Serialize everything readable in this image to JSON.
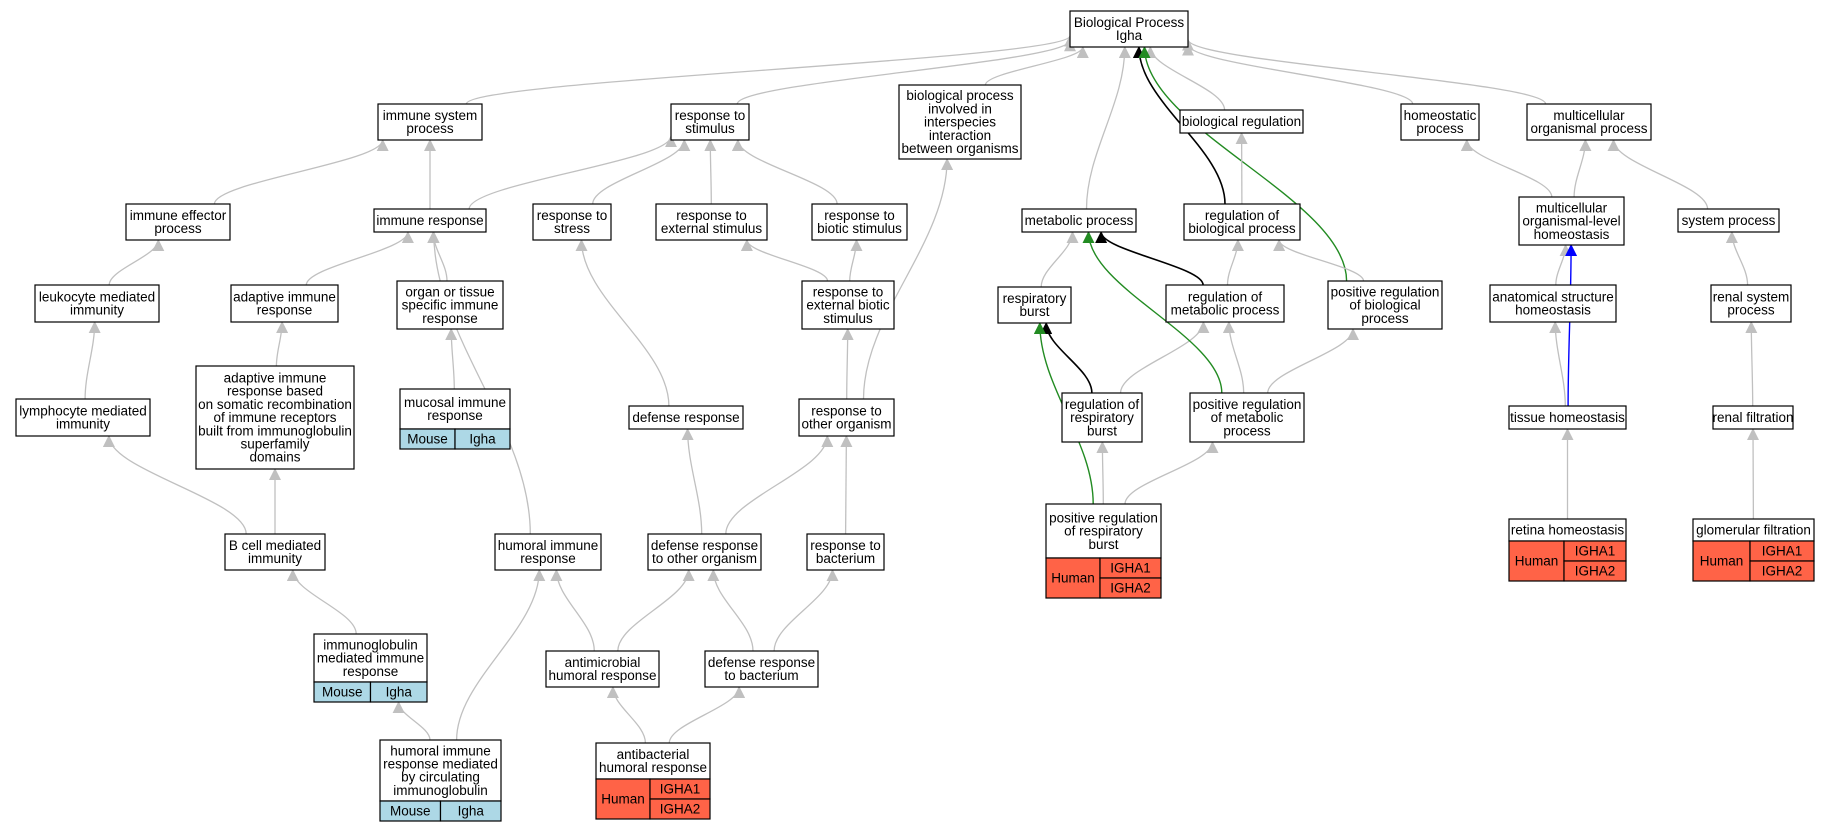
{
  "diagram": {
    "nodes": {
      "root": {
        "lines": [
          "Biological Process",
          "Igha"
        ]
      },
      "immune_system_process": {
        "lines": [
          "immune system",
          "process"
        ]
      },
      "response_to_stimulus": {
        "lines": [
          "response to",
          "stimulus"
        ]
      },
      "bp_interspecies": {
        "lines": [
          "biological process",
          "involved in",
          "interspecies",
          "interaction",
          "between organisms"
        ]
      },
      "biological_regulation": {
        "lines": [
          "biological regulation"
        ]
      },
      "homeostatic_process": {
        "lines": [
          "homeostatic",
          "process"
        ]
      },
      "multicellular_organismal_process": {
        "lines": [
          "multicellular",
          "organismal process"
        ]
      },
      "immune_effector_process": {
        "lines": [
          "immune effector",
          "process"
        ]
      },
      "immune_response": {
        "lines": [
          "immune response"
        ]
      },
      "response_to_stress": {
        "lines": [
          "response to",
          "stress"
        ]
      },
      "response_to_external_stimulus": {
        "lines": [
          "response to",
          "external stimulus"
        ]
      },
      "response_to_biotic_stimulus": {
        "lines": [
          "response to",
          "biotic stimulus"
        ]
      },
      "metabolic_process": {
        "lines": [
          "metabolic process"
        ]
      },
      "regulation_of_biological_process": {
        "lines": [
          "regulation of",
          "biological process"
        ]
      },
      "multicellular_organismal_level_homeostasis": {
        "lines": [
          "multicellular",
          "organismal-level",
          "homeostasis"
        ]
      },
      "system_process": {
        "lines": [
          "system process"
        ]
      },
      "leukocyte_mediated_immunity": {
        "lines": [
          "leukocyte mediated",
          "immunity"
        ]
      },
      "adaptive_immune_response": {
        "lines": [
          "adaptive immune",
          "response"
        ]
      },
      "organ_or_tissue_specific_immune_response": {
        "lines": [
          "organ or tissue",
          "specific immune",
          "response"
        ]
      },
      "response_to_external_biotic_stimulus": {
        "lines": [
          "response to",
          "external biotic",
          "stimulus"
        ]
      },
      "respiratory_burst": {
        "lines": [
          "respiratory",
          "burst"
        ]
      },
      "regulation_of_metabolic_process": {
        "lines": [
          "regulation of",
          "metabolic process"
        ]
      },
      "positive_regulation_of_biological_process": {
        "lines": [
          "positive regulation",
          "of biological",
          "process"
        ]
      },
      "anatomical_structure_homeostasis": {
        "lines": [
          "anatomical structure",
          "homeostasis"
        ]
      },
      "renal_system_process": {
        "lines": [
          "renal system",
          "process"
        ]
      },
      "lymphocyte_mediated_immunity": {
        "lines": [
          "lymphocyte mediated",
          "immunity"
        ]
      },
      "adaptive_immune_response_somatic": {
        "lines": [
          "adaptive immune",
          "response based",
          "on somatic recombination",
          "of immune receptors",
          "built from immunoglobulin",
          "superfamily",
          "domains"
        ]
      },
      "mucosal_immune_response": {
        "lines": [
          "mucosal immune",
          "response"
        ],
        "species": "Mouse",
        "genes": [
          "Igha"
        ]
      },
      "defense_response": {
        "lines": [
          "defense response"
        ]
      },
      "response_to_other_organism": {
        "lines": [
          "response to",
          "other organism"
        ]
      },
      "regulation_of_respiratory_burst": {
        "lines": [
          "regulation of",
          "respiratory",
          "burst"
        ]
      },
      "positive_regulation_of_metabolic_process": {
        "lines": [
          "positive regulation",
          "of metabolic",
          "process"
        ]
      },
      "tissue_homeostasis": {
        "lines": [
          "tissue homeostasis"
        ]
      },
      "renal_filtration": {
        "lines": [
          "renal filtration"
        ]
      },
      "b_cell_mediated_immunity": {
        "lines": [
          "B cell mediated",
          "immunity"
        ]
      },
      "humoral_immune_response": {
        "lines": [
          "humoral immune",
          "response"
        ]
      },
      "defense_response_to_other_organism": {
        "lines": [
          "defense response",
          "to other organism"
        ]
      },
      "response_to_bacterium": {
        "lines": [
          "response to",
          "bacterium"
        ]
      },
      "positive_regulation_of_respiratory_burst": {
        "lines": [
          "positive regulation",
          "of respiratory",
          "burst"
        ],
        "species": "Human",
        "genes": [
          "IGHA1",
          "IGHA2"
        ]
      },
      "retina_homeostasis": {
        "lines": [
          "retina homeostasis"
        ],
        "species": "Human",
        "genes": [
          "IGHA1",
          "IGHA2"
        ]
      },
      "glomerular_filtration": {
        "lines": [
          "glomerular filtration"
        ],
        "species": "Human",
        "genes": [
          "IGHA1",
          "IGHA2"
        ]
      },
      "immunoglobulin_mediated_immune_response": {
        "lines": [
          "immunoglobulin",
          "mediated immune",
          "response"
        ],
        "species": "Mouse",
        "genes": [
          "Igha"
        ]
      },
      "antimicrobial_humoral_response": {
        "lines": [
          "antimicrobial",
          "humoral response"
        ]
      },
      "defense_response_to_bacterium": {
        "lines": [
          "defense response",
          "to bacterium"
        ]
      },
      "humoral_immune_response_circulating_ig": {
        "lines": [
          "humoral immune",
          "response mediated",
          "by circulating",
          "immunoglobulin"
        ],
        "species": "Mouse",
        "genes": [
          "Igha"
        ]
      },
      "antibacterial_humoral_response": {
        "lines": [
          "antibacterial",
          "humoral response"
        ],
        "species": "Human",
        "genes": [
          "IGHA1",
          "IGHA2"
        ]
      }
    },
    "edges": [
      {
        "from": "immune_system_process",
        "to": "root"
      },
      {
        "from": "response_to_stimulus",
        "to": "root"
      },
      {
        "from": "bp_interspecies",
        "to": "root"
      },
      {
        "from": "metabolic_process",
        "to": "root"
      },
      {
        "from": "regulation_of_biological_process",
        "to": "root",
        "kind": "black"
      },
      {
        "from": "biological_regulation",
        "to": "root"
      },
      {
        "from": "positive_regulation_of_biological_process",
        "to": "root",
        "kind": "green"
      },
      {
        "from": "homeostatic_process",
        "to": "root"
      },
      {
        "from": "multicellular_organismal_process",
        "to": "root"
      },
      {
        "from": "immune_effector_process",
        "to": "immune_system_process"
      },
      {
        "from": "immune_response",
        "to": "immune_system_process"
      },
      {
        "from": "immune_response",
        "to": "response_to_stimulus"
      },
      {
        "from": "response_to_stress",
        "to": "response_to_stimulus"
      },
      {
        "from": "response_to_external_stimulus",
        "to": "response_to_stimulus"
      },
      {
        "from": "response_to_biotic_stimulus",
        "to": "response_to_stimulus"
      },
      {
        "from": "regulation_of_biological_process",
        "to": "biological_regulation"
      },
      {
        "from": "multicellular_organismal_level_homeostasis",
        "to": "homeostatic_process"
      },
      {
        "from": "multicellular_organismal_level_homeostasis",
        "to": "multicellular_organismal_process"
      },
      {
        "from": "system_process",
        "to": "multicellular_organismal_process"
      },
      {
        "from": "leukocyte_mediated_immunity",
        "to": "immune_effector_process"
      },
      {
        "from": "adaptive_immune_response",
        "to": "immune_response"
      },
      {
        "from": "organ_or_tissue_specific_immune_response",
        "to": "immune_response"
      },
      {
        "from": "response_to_external_biotic_stimulus",
        "to": "response_to_external_stimulus"
      },
      {
        "from": "response_to_external_biotic_stimulus",
        "to": "response_to_biotic_stimulus"
      },
      {
        "from": "respiratory_burst",
        "to": "metabolic_process"
      },
      {
        "from": "regulation_of_metabolic_process",
        "to": "metabolic_process",
        "kind": "black"
      },
      {
        "from": "regulation_of_metabolic_process",
        "to": "regulation_of_biological_process"
      },
      {
        "from": "positive_regulation_of_biological_process",
        "to": "regulation_of_biological_process"
      },
      {
        "from": "anatomical_structure_homeostasis",
        "to": "multicellular_organismal_level_homeostasis"
      },
      {
        "from": "renal_system_process",
        "to": "system_process"
      },
      {
        "from": "lymphocyte_mediated_immunity",
        "to": "leukocyte_mediated_immunity"
      },
      {
        "from": "adaptive_immune_response_somatic",
        "to": "adaptive_immune_response"
      },
      {
        "from": "mucosal_immune_response",
        "to": "organ_or_tissue_specific_immune_response"
      },
      {
        "from": "defense_response",
        "to": "response_to_stress"
      },
      {
        "from": "response_to_other_organism",
        "to": "response_to_external_biotic_stimulus"
      },
      {
        "from": "response_to_other_organism",
        "to": "bp_interspecies"
      },
      {
        "from": "regulation_of_respiratory_burst",
        "to": "respiratory_burst",
        "kind": "black"
      },
      {
        "from": "regulation_of_respiratory_burst",
        "to": "regulation_of_metabolic_process"
      },
      {
        "from": "positive_regulation_of_metabolic_process",
        "to": "regulation_of_metabolic_process"
      },
      {
        "from": "positive_regulation_of_metabolic_process",
        "to": "metabolic_process",
        "kind": "green"
      },
      {
        "from": "positive_regulation_of_metabolic_process",
        "to": "positive_regulation_of_biological_process"
      },
      {
        "from": "tissue_homeostasis",
        "to": "anatomical_structure_homeostasis"
      },
      {
        "from": "tissue_homeostasis",
        "to": "multicellular_organismal_level_homeostasis",
        "kind": "blue"
      },
      {
        "from": "renal_filtration",
        "to": "renal_system_process"
      },
      {
        "from": "b_cell_mediated_immunity",
        "to": "lymphocyte_mediated_immunity"
      },
      {
        "from": "b_cell_mediated_immunity",
        "to": "adaptive_immune_response_somatic"
      },
      {
        "from": "humoral_immune_response",
        "to": "immune_response"
      },
      {
        "from": "defense_response_to_other_organism",
        "to": "defense_response"
      },
      {
        "from": "defense_response_to_other_organism",
        "to": "response_to_other_organism"
      },
      {
        "from": "response_to_bacterium",
        "to": "response_to_other_organism"
      },
      {
        "from": "positive_regulation_of_respiratory_burst",
        "to": "regulation_of_respiratory_burst"
      },
      {
        "from": "positive_regulation_of_respiratory_burst",
        "to": "positive_regulation_of_metabolic_process"
      },
      {
        "from": "positive_regulation_of_respiratory_burst",
        "to": "respiratory_burst",
        "kind": "green"
      },
      {
        "from": "retina_homeostasis",
        "to": "tissue_homeostasis"
      },
      {
        "from": "glomerular_filtration",
        "to": "renal_filtration"
      },
      {
        "from": "immunoglobulin_mediated_immune_response",
        "to": "b_cell_mediated_immunity"
      },
      {
        "from": "antimicrobial_humoral_response",
        "to": "humoral_immune_response"
      },
      {
        "from": "antimicrobial_humoral_response",
        "to": "defense_response_to_other_organism"
      },
      {
        "from": "defense_response_to_bacterium",
        "to": "defense_response_to_other_organism"
      },
      {
        "from": "defense_response_to_bacterium",
        "to": "response_to_bacterium"
      },
      {
        "from": "humoral_immune_response_circulating_ig",
        "to": "immunoglobulin_mediated_immune_response"
      },
      {
        "from": "humoral_immune_response_circulating_ig",
        "to": "humoral_immune_response"
      },
      {
        "from": "antibacterial_humoral_response",
        "to": "antimicrobial_humoral_response"
      },
      {
        "from": "antibacterial_humoral_response",
        "to": "defense_response_to_bacterium"
      }
    ],
    "colors": {
      "mouse": "#add8e6",
      "human": "#ff6347",
      "edge_default": "#c0c0c0",
      "edge_black": "#000000",
      "edge_green": "#228b22",
      "edge_blue": "#0000ff"
    }
  }
}
